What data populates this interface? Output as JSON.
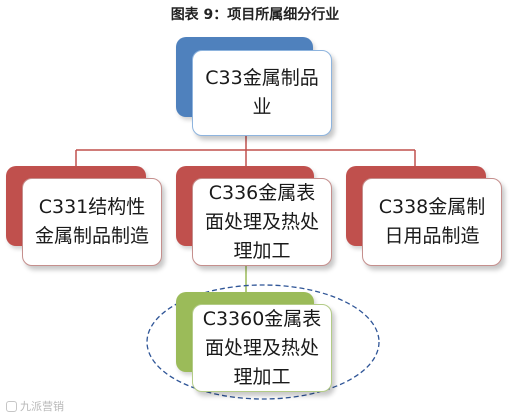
{
  "caption": "图表 9：项目所属细分行业",
  "root": {
    "label": "C33金属制品业"
  },
  "children": [
    {
      "label": "C331结构性金属制品制造"
    },
    {
      "label": "C336金属表面处理及热处理加工"
    },
    {
      "label": "C338金属制日用品制造"
    }
  ],
  "leaf": {
    "label": "C3360金属表面处理及热处理加工"
  },
  "watermark": "九派营销",
  "colors": {
    "root": "#4f81bd",
    "children": "#c0504d",
    "leaf": "#9bbb59",
    "connector": "#c0504d",
    "leaf_connector": "#9bbb59",
    "highlight_ellipse": "#2f5597"
  }
}
